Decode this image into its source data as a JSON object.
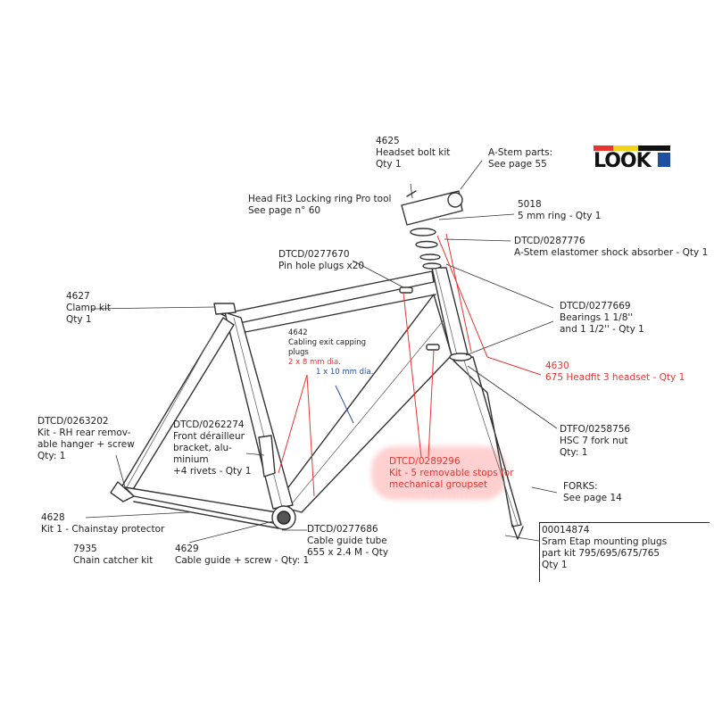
{
  "logo": {
    "text": "LOOK",
    "colors": {
      "red": "#e8352f",
      "yellow": "#f2d21b",
      "blue": "#1f4fa0",
      "black": "#111111"
    }
  },
  "labels": {
    "headset_bolt": [
      "4625",
      "Headset bolt kit",
      "Qty 1"
    ],
    "astem_parts": [
      "A-Stem parts:",
      "See page 55"
    ],
    "locking_ring": [
      "Head Fit3 Locking ring Pro tool",
      "See page n° 60"
    ],
    "ring_5mm": [
      "5018",
      "5 mm ring - Qty 1"
    ],
    "elastomer": [
      "DTCD/0287776",
      "A-Stem elastomer shock absorber - Qty 1"
    ],
    "pin_hole": [
      "DTCD/0277670",
      "Pin hole plugs x20"
    ],
    "clamp": [
      "4627",
      "Clamp kit",
      "Qty 1"
    ],
    "bearings": [
      "DTCD/0277669",
      "Bearings 1 1/8''",
      "and 1 1/2'' - Qty 1"
    ],
    "cabling_exit": [
      "4642",
      "Cabling exit capping",
      "plugs"
    ],
    "cabling_red": "2 x 8 mm dia.",
    "cabling_blue": "1 x 10 mm dia.",
    "headset": [
      "4630",
      "675 Headfit 3 headset - Qty 1"
    ],
    "hanger": [
      "DTCD/0263202",
      "Kit - RH rear remov-",
      "able hanger + screw",
      "Qty: 1"
    ],
    "derailleur": [
      "DTCD/0262274",
      "Front dérailleur",
      "bracket, alu-",
      "minium",
      "+4 rivets - Qty 1"
    ],
    "fork_nut": [
      "DTFO/0258756",
      "HSC 7 fork nut",
      "Qty: 1"
    ],
    "stops": [
      "DTCD/0289296",
      "Kit - 5 removable stops for",
      "mechanical groupset"
    ],
    "forks": [
      "FORKS:",
      "See page 14"
    ],
    "chainstay": [
      "4628",
      "Kit 1 - Chainstay protector"
    ],
    "chain_catcher": [
      "7935",
      "Chain catcher kit"
    ],
    "cable_guide": [
      "4629",
      "Cable guide + screw - Qty: 1"
    ],
    "cable_tube": [
      "DTCD/0277686",
      "Cable guide tube",
      "655 x 2.4 M - Qty"
    ],
    "sram": [
      "00014874",
      "Sram Etap mounting plugs",
      "part kit 795/695/675/765",
      "Qty 1"
    ]
  }
}
